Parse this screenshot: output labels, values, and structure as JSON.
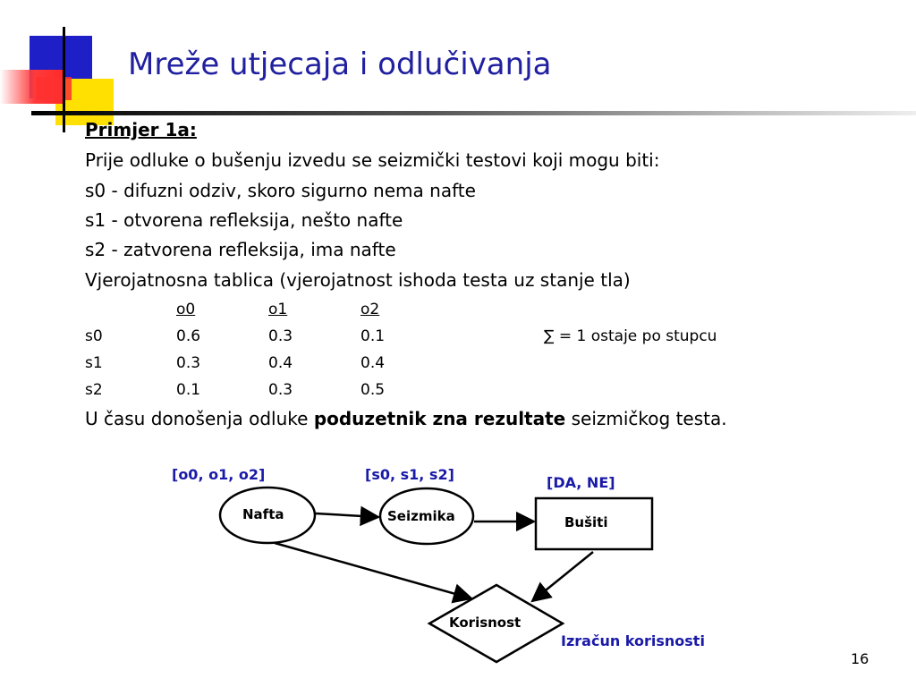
{
  "slide": {
    "title": "Mreže utjecaja i odlučivanja",
    "heading": "Primjer 1a:",
    "intro": "Prije odluke o bušenju izvedu se seizmički testovi koji mogu biti:",
    "states": [
      "s0 - difuzni odziv, skoro sigurno nema nafte",
      "s1 - otvorena refleksija, nešto nafte",
      "s2 - zatvorena refleksija, ima nafte"
    ],
    "table_intro": "Vjerojatnosna tablica (vjerojatnost ishoda testa uz stanje tla)",
    "table": {
      "columns": [
        "o0",
        "o1",
        "o2"
      ],
      "rows": [
        {
          "label": "s0",
          "values": [
            "0.6",
            "0.3",
            "0.1"
          ]
        },
        {
          "label": "s1",
          "values": [
            "0.3",
            "0.4",
            "0.4"
          ]
        },
        {
          "label": "s2",
          "values": [
            "0.1",
            "0.3",
            "0.5"
          ]
        }
      ],
      "note": "∑ = 1 ostaje po stupcu"
    },
    "tail_before": "U času donošenja odluke ",
    "tail_bold": "poduzetnik zna rezultate",
    "tail_after": " seizmičkog testa.",
    "page_number": "16"
  },
  "diagram": {
    "nodes": {
      "nafta": {
        "label": "Nafta",
        "domain": "[o0, o1, o2]",
        "shape": "ellipse"
      },
      "seizmika": {
        "label": "Seizmika",
        "domain": "[s0, s1, s2]",
        "shape": "ellipse"
      },
      "busiti": {
        "label": "Bušiti",
        "domain": "[DA, NE]",
        "shape": "rectangle"
      },
      "korisnost": {
        "label": "Korisnost",
        "annotation": "Izračun korisnosti",
        "shape": "diamond"
      }
    },
    "edges": [
      [
        "nafta",
        "seizmika"
      ],
      [
        "seizmika",
        "busiti"
      ],
      [
        "nafta",
        "korisnost"
      ],
      [
        "busiti",
        "korisnost"
      ]
    ],
    "label_color": "#1a1aa8",
    "title_color": "#2020a0"
  }
}
